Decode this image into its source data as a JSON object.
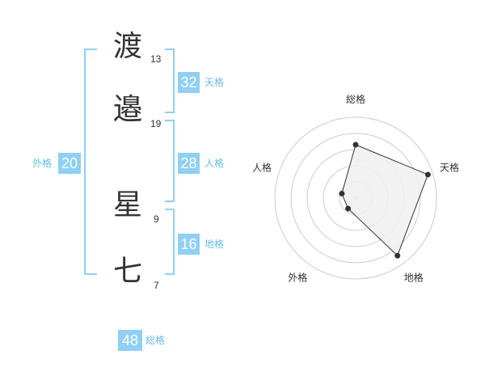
{
  "characters": [
    {
      "char": "渡",
      "strokes": "13"
    },
    {
      "char": "邉",
      "strokes": "19"
    },
    {
      "char": "星",
      "strokes": "9"
    },
    {
      "char": "七",
      "strokes": "7"
    }
  ],
  "kaku": {
    "tenkaku": {
      "value": "32",
      "label": "天格"
    },
    "jinkaku": {
      "value": "28",
      "label": "人格"
    },
    "chikaku": {
      "value": "16",
      "label": "地格"
    },
    "gaikaku": {
      "value": "20",
      "label": "外格"
    },
    "soukaku": {
      "value": "48",
      "label": "総格"
    }
  },
  "colors": {
    "accent": "#8fd0f4",
    "label": "#66bde9",
    "polygon_fill": "#f0f0f0",
    "ring": "#cccccc"
  },
  "chart_data": {
    "type": "radar",
    "axes": [
      "総格",
      "天格",
      "地格",
      "外格",
      "人格"
    ],
    "values": [
      3.3,
      4.7,
      4.4,
      0.8,
      0.9
    ],
    "rmax": 5,
    "rings": 5
  }
}
